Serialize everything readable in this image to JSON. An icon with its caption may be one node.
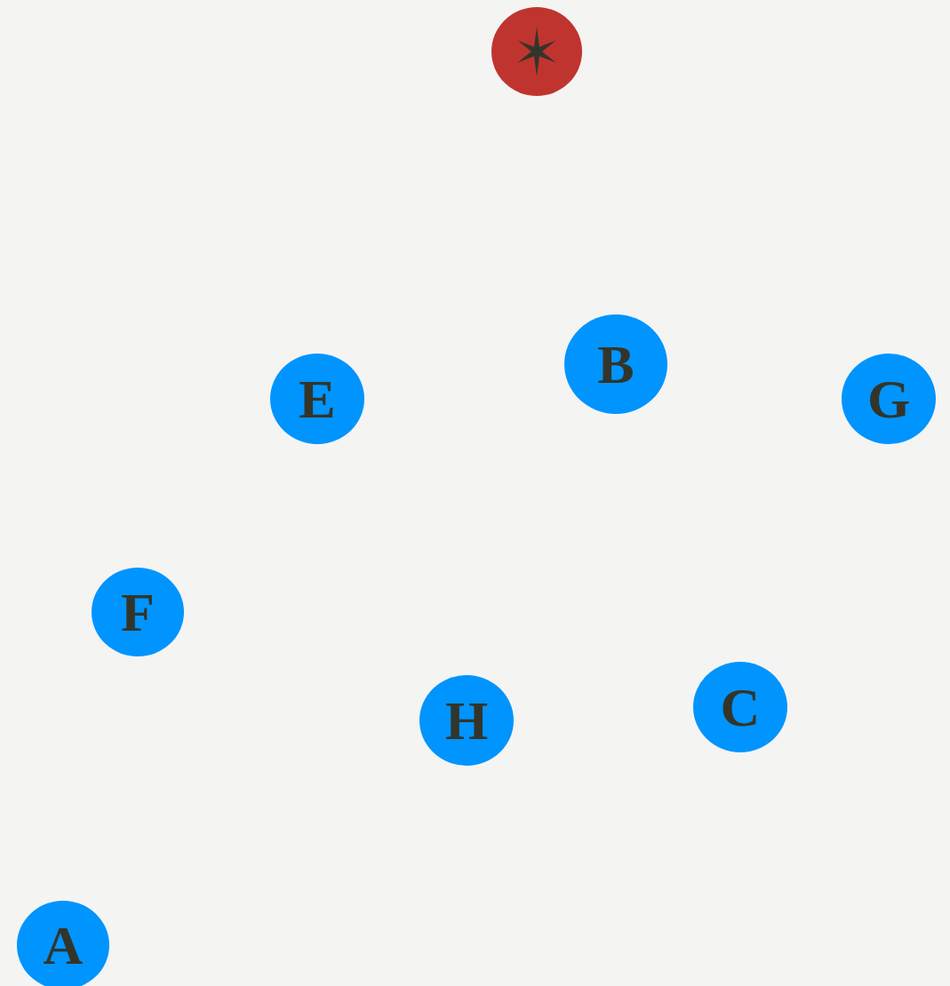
{
  "diagram": {
    "nodes": [
      {
        "text": [],
        "shape": "circle"
      },
      {
        "text": [
          "B"
        ]
      },
      {
        "text": [
          "E"
        ]
      },
      {
        "text": [
          "G"
        ]
      },
      {
        "text": [
          "F"
        ]
      },
      {
        "text": [
          "C"
        ]
      },
      {
        "text": [
          "H"
        ]
      },
      {
        "text": [
          "A"
        ]
      }
    ]
  }
}
